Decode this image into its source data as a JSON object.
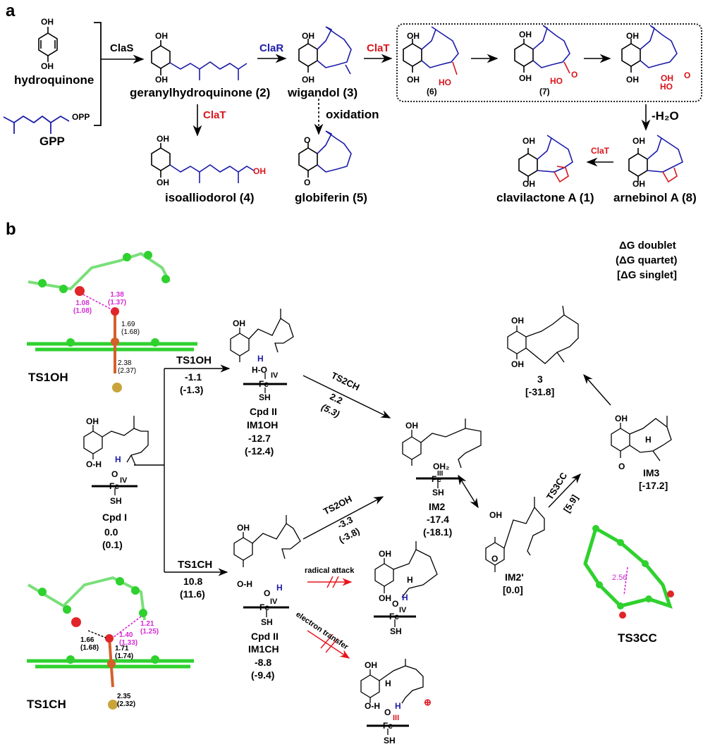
{
  "panel_a": {
    "letter": "a",
    "compounds": {
      "hydroquinone": "hydroquinone",
      "gpp": "GPP",
      "gpp_group": "OPP",
      "c2": "geranylhydroquinone (2)",
      "c3": "wigandol (3)",
      "c4": "isoalliodorol (4)",
      "c5": "globiferin (5)",
      "c6": "(6)",
      "c7": "(7)",
      "c1": "clavilactone A (1)",
      "c8": "arnebinol A (8)"
    },
    "atoms": {
      "oh": "OH",
      "o": "O",
      "ho": "HO"
    },
    "enzymes": {
      "clas": "ClaS",
      "clar": "ClaR",
      "clat_main": "ClaT",
      "clat_down": "ClaT",
      "clat_final": "ClaT"
    },
    "steps": {
      "oxidation": "oxidation",
      "dehydration": "-H₂O"
    },
    "colors": {
      "clar": "#1c1ca8",
      "clat": "#d8141b",
      "chain": "#1c1ca8",
      "new_oxygen": "#d8141b"
    }
  },
  "panel_b": {
    "letter": "b",
    "legend": [
      "ΔG doublet",
      "(ΔG quartet)",
      "[ΔG singlet]"
    ],
    "structures_3d": {
      "ts1oh": {
        "label": "TS1OH",
        "distances": [
          {
            "value": "1.38",
            "alt": "(1.37)",
            "color": "#d62ad6"
          },
          {
            "value": "1.08",
            "alt": "(1.08)",
            "color": "#d62ad6"
          },
          {
            "value": "1.69",
            "alt": "(1.68)",
            "color": "#000000"
          },
          {
            "value": "2.38",
            "alt": "(2.37)",
            "color": "#000000"
          }
        ]
      },
      "ts1ch": {
        "label": "TS1CH",
        "distances": [
          {
            "value": "1.21",
            "alt": "(1.25)",
            "color": "#d62ad6"
          },
          {
            "value": "1.40",
            "alt": "(1.33)",
            "color": "#d62ad6"
          },
          {
            "value": "1.66",
            "alt": "(1.68)",
            "color": "#000000"
          },
          {
            "value": "1.71",
            "alt": "(1.74)",
            "color": "#000000"
          },
          {
            "value": "2.35",
            "alt": "(2.32)",
            "color": "#000000"
          }
        ]
      },
      "ts3cc": {
        "label": "TS3CC",
        "distances": [
          {
            "value": "2.56",
            "color": "#d62ad6"
          }
        ]
      }
    },
    "species": {
      "cpd1": {
        "name": "Cpd I",
        "dg": "0.0",
        "dg_quartet": "(0.1)",
        "fe_ox": "IV",
        "ligand": "SH"
      },
      "im1oh": {
        "name1": "Cpd II",
        "name2": "IM1OH",
        "dg": "-12.7",
        "dg_quartet": "(-12.4)",
        "fe_ox": "IV",
        "ligand": "SH"
      },
      "im1ch": {
        "name1": "Cpd II",
        "name2": "IM1CH",
        "dg": "-8.8",
        "dg_quartet": "(-9.4)",
        "fe_ox": "IV",
        "ligand": "SH"
      },
      "im2": {
        "name": "IM2",
        "dg": "-17.4",
        "dg_quartet": "(-18.1)",
        "fe_ox": "III",
        "ligand": "SH",
        "water": "OH₂"
      },
      "im2p": {
        "name": "IM2'",
        "dg_singlet": "[0.0]"
      },
      "im3": {
        "name": "IM3",
        "dg_singlet": "[-17.2]"
      },
      "p3": {
        "name": "3",
        "dg_singlet": "[-31.8]"
      },
      "radical_product": {
        "fe_ox": "IV",
        "ligand": "SH"
      },
      "cation_product": {
        "fe_ox": "III",
        "ligand": "SH"
      }
    },
    "transitions": {
      "ts1oh": {
        "label": "TS1OH",
        "dg": "-1.1",
        "dg_quartet": "(-1.3)"
      },
      "ts1ch": {
        "label": "TS1CH",
        "dg": "10.8",
        "dg_quartet": "(11.6)"
      },
      "ts2ch": {
        "label": "TS2CH",
        "dg": "2.2",
        "dg_quartet": "(5.3)"
      },
      "ts2oh": {
        "label": "TS2OH",
        "dg": "-3.3",
        "dg_quartet": "(-3.8)"
      },
      "ts3cc": {
        "label": "TS3CC",
        "dg_singlet": "[5.9]"
      }
    },
    "blocked_paths": {
      "radical_attack": "radical attack",
      "electron_transfer": "electron transfer"
    },
    "atoms": {
      "fe": "Fe",
      "o": "O",
      "h": "H",
      "oh": "OH",
      "sh": "SH"
    },
    "colors": {
      "transferred_h": "#1c1ca8",
      "blocked_arrow": "#e8141b",
      "distance": "#d62ad6",
      "carbon": "#2ed12e",
      "nitrogen": "#2424d8",
      "oxygen": "#e0262a",
      "iron": "#d4602a",
      "sulfur": "#c9a43a",
      "hydrogen": "#d8d8d8"
    }
  }
}
